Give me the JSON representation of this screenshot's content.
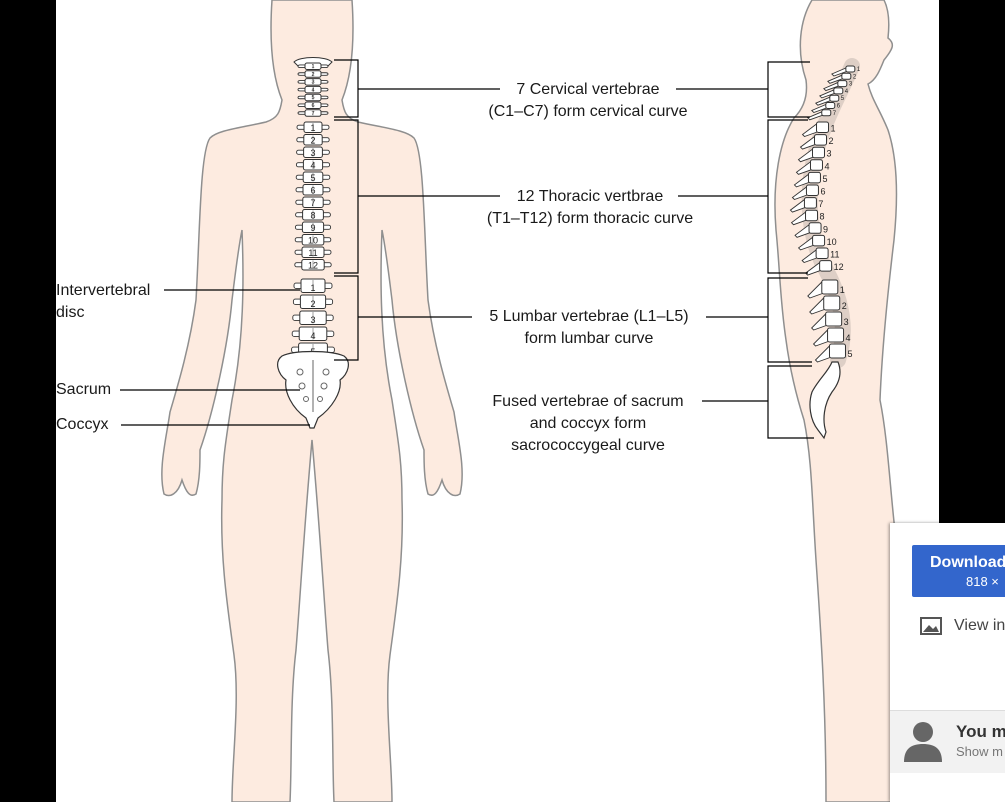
{
  "figure": {
    "labels": {
      "cervical_line1": "7 Cervical vertebrae",
      "cervical_line2": "(C1–C7) form cervical curve",
      "thoracic_line1": "12 Thoracic vertbrae",
      "thoracic_line2": "(T1–T12) form thoracic curve",
      "lumbar_line1": "5 Lumbar vertebrae (L1–L5)",
      "lumbar_line2": "form lumbar curve",
      "fused_line1": "Fused vertebrae of sacrum",
      "fused_line2": "and coccyx form",
      "fused_line3": "sacrococcygeal curve",
      "intervertebral_line1": "Intervertebral",
      "intervertebral_line2": "disc",
      "sacrum": "Sacrum",
      "coccyx": "Coccyx"
    },
    "posterior_numbers": {
      "cervical": [
        "1",
        "2",
        "3",
        "4",
        "5",
        "6",
        "7"
      ],
      "thoracic": [
        "1",
        "2",
        "3",
        "4",
        "5",
        "6",
        "7",
        "8",
        "9",
        "10",
        "11",
        "12"
      ],
      "lumbar": [
        "1",
        "2",
        "3",
        "4",
        "5"
      ]
    },
    "lateral_numbers": {
      "cervical": [
        "1",
        "2",
        "3",
        "4",
        "5",
        "6",
        "7"
      ],
      "thoracic": [
        "1",
        "2",
        "3",
        "4",
        "5",
        "6",
        "7",
        "8",
        "9",
        "10",
        "11",
        "12"
      ],
      "lumbar": [
        "1",
        "2",
        "3",
        "4",
        "5"
      ]
    },
    "colors": {
      "skin": "#fdebe0",
      "outline": "#8f8f8f",
      "bone": "#ffffff",
      "line": "#000000"
    }
  },
  "popup": {
    "download_label": "Download",
    "download_size": "818 ×",
    "view_label": "View in",
    "view_icon": "image-icon",
    "user_title": "You m",
    "user_subtitle": "Show m",
    "user_icon": "person-icon",
    "accent_color": "#3366cc"
  }
}
